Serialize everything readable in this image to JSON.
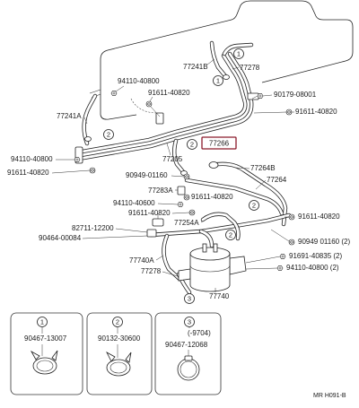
{
  "diagram": {
    "code": "MR H091-B",
    "selected_part": "77266",
    "refs": {
      "one": "1",
      "two": "2",
      "three": "3"
    },
    "callouts": [
      "77241B",
      "77278",
      "94110-40800",
      "91611-40820",
      "90179-08001",
      "91611-40820",
      "77241A",
      "94110-40800",
      "91611-40820",
      "77205",
      "90949-01160",
      "77264B",
      "77264",
      "77283A",
      "94110-40600",
      "91611-40820",
      "91611-40820",
      "77254A",
      "91611-40820",
      "82711-12200",
      "90464-00084",
      "90949 01160 (2)",
      "77740A",
      "91691-40835 (2)",
      "94110-40800 (2)",
      "77278",
      "77740"
    ]
  },
  "insets": [
    {
      "part": "90467-13007"
    },
    {
      "part": "90132-30600"
    },
    {
      "note": "(-9704)",
      "part": "90467-12068"
    }
  ],
  "colors": {
    "line": "#222222",
    "highlight": "#8b1a2b",
    "background": "#ffffff"
  },
  "icons": [
    "bolt-icon",
    "clip-icon"
  ]
}
